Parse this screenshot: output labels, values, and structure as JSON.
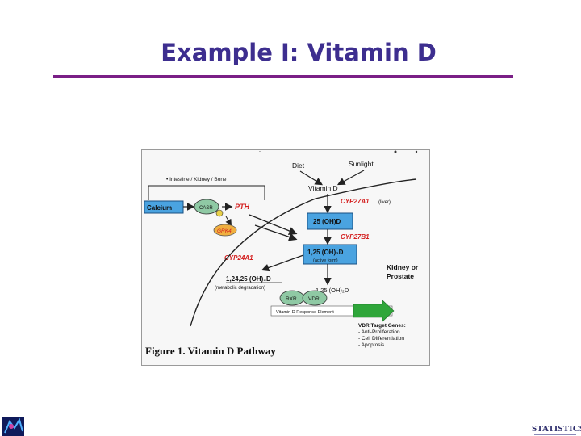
{
  "slide": {
    "title": "Example I: Vitamin D",
    "footer_logo": "STATISTICS"
  },
  "figure": {
    "caption": "Figure 1. Vitamin D Pathway",
    "sources": {
      "diet": "Diet",
      "sunlight": "Sunlight"
    },
    "tissue_label": "• Intestine / Kidney / Bone",
    "calcium": "Calcium",
    "casr": "CASR",
    "pth": "PTH",
    "grk4": "GRK4",
    "vitamin_d": "Vitamin D",
    "cyp27a1": "CYP27A1",
    "liver": "(liver)",
    "oh25": "25 (OH)D",
    "cyp27b1": "CYP27B1",
    "oh125": "1,25 (OH)₂D",
    "active_form": "(active form)",
    "cyp24a1": "CYP24A1",
    "oh12425": "1,24,25 (OH)₃D",
    "metabolic": "(metabolic degradation)",
    "kidney_line1": "Kidney or",
    "kidney_line2": "Prostate",
    "oh125_nuc": "1,25 (OH)₂D",
    "rxr": "RXR",
    "vdr": "VDR",
    "response_element": "Vitamin D Response Element",
    "target_title": "VDR Target Genes:",
    "target_1": "- Anti-Proliferation",
    "target_2": "- Cell Differentiation",
    "target_3": "- Apoptosis"
  },
  "colors": {
    "title": "#3d2e8f",
    "rule": "#7a1f86",
    "enzyme_red": "#d42020",
    "box_blue": "#4aa3e0",
    "arrow_green": "#2fa63a",
    "oval_green": "#8fc9a4",
    "grk4_orange": "#f0b040"
  }
}
